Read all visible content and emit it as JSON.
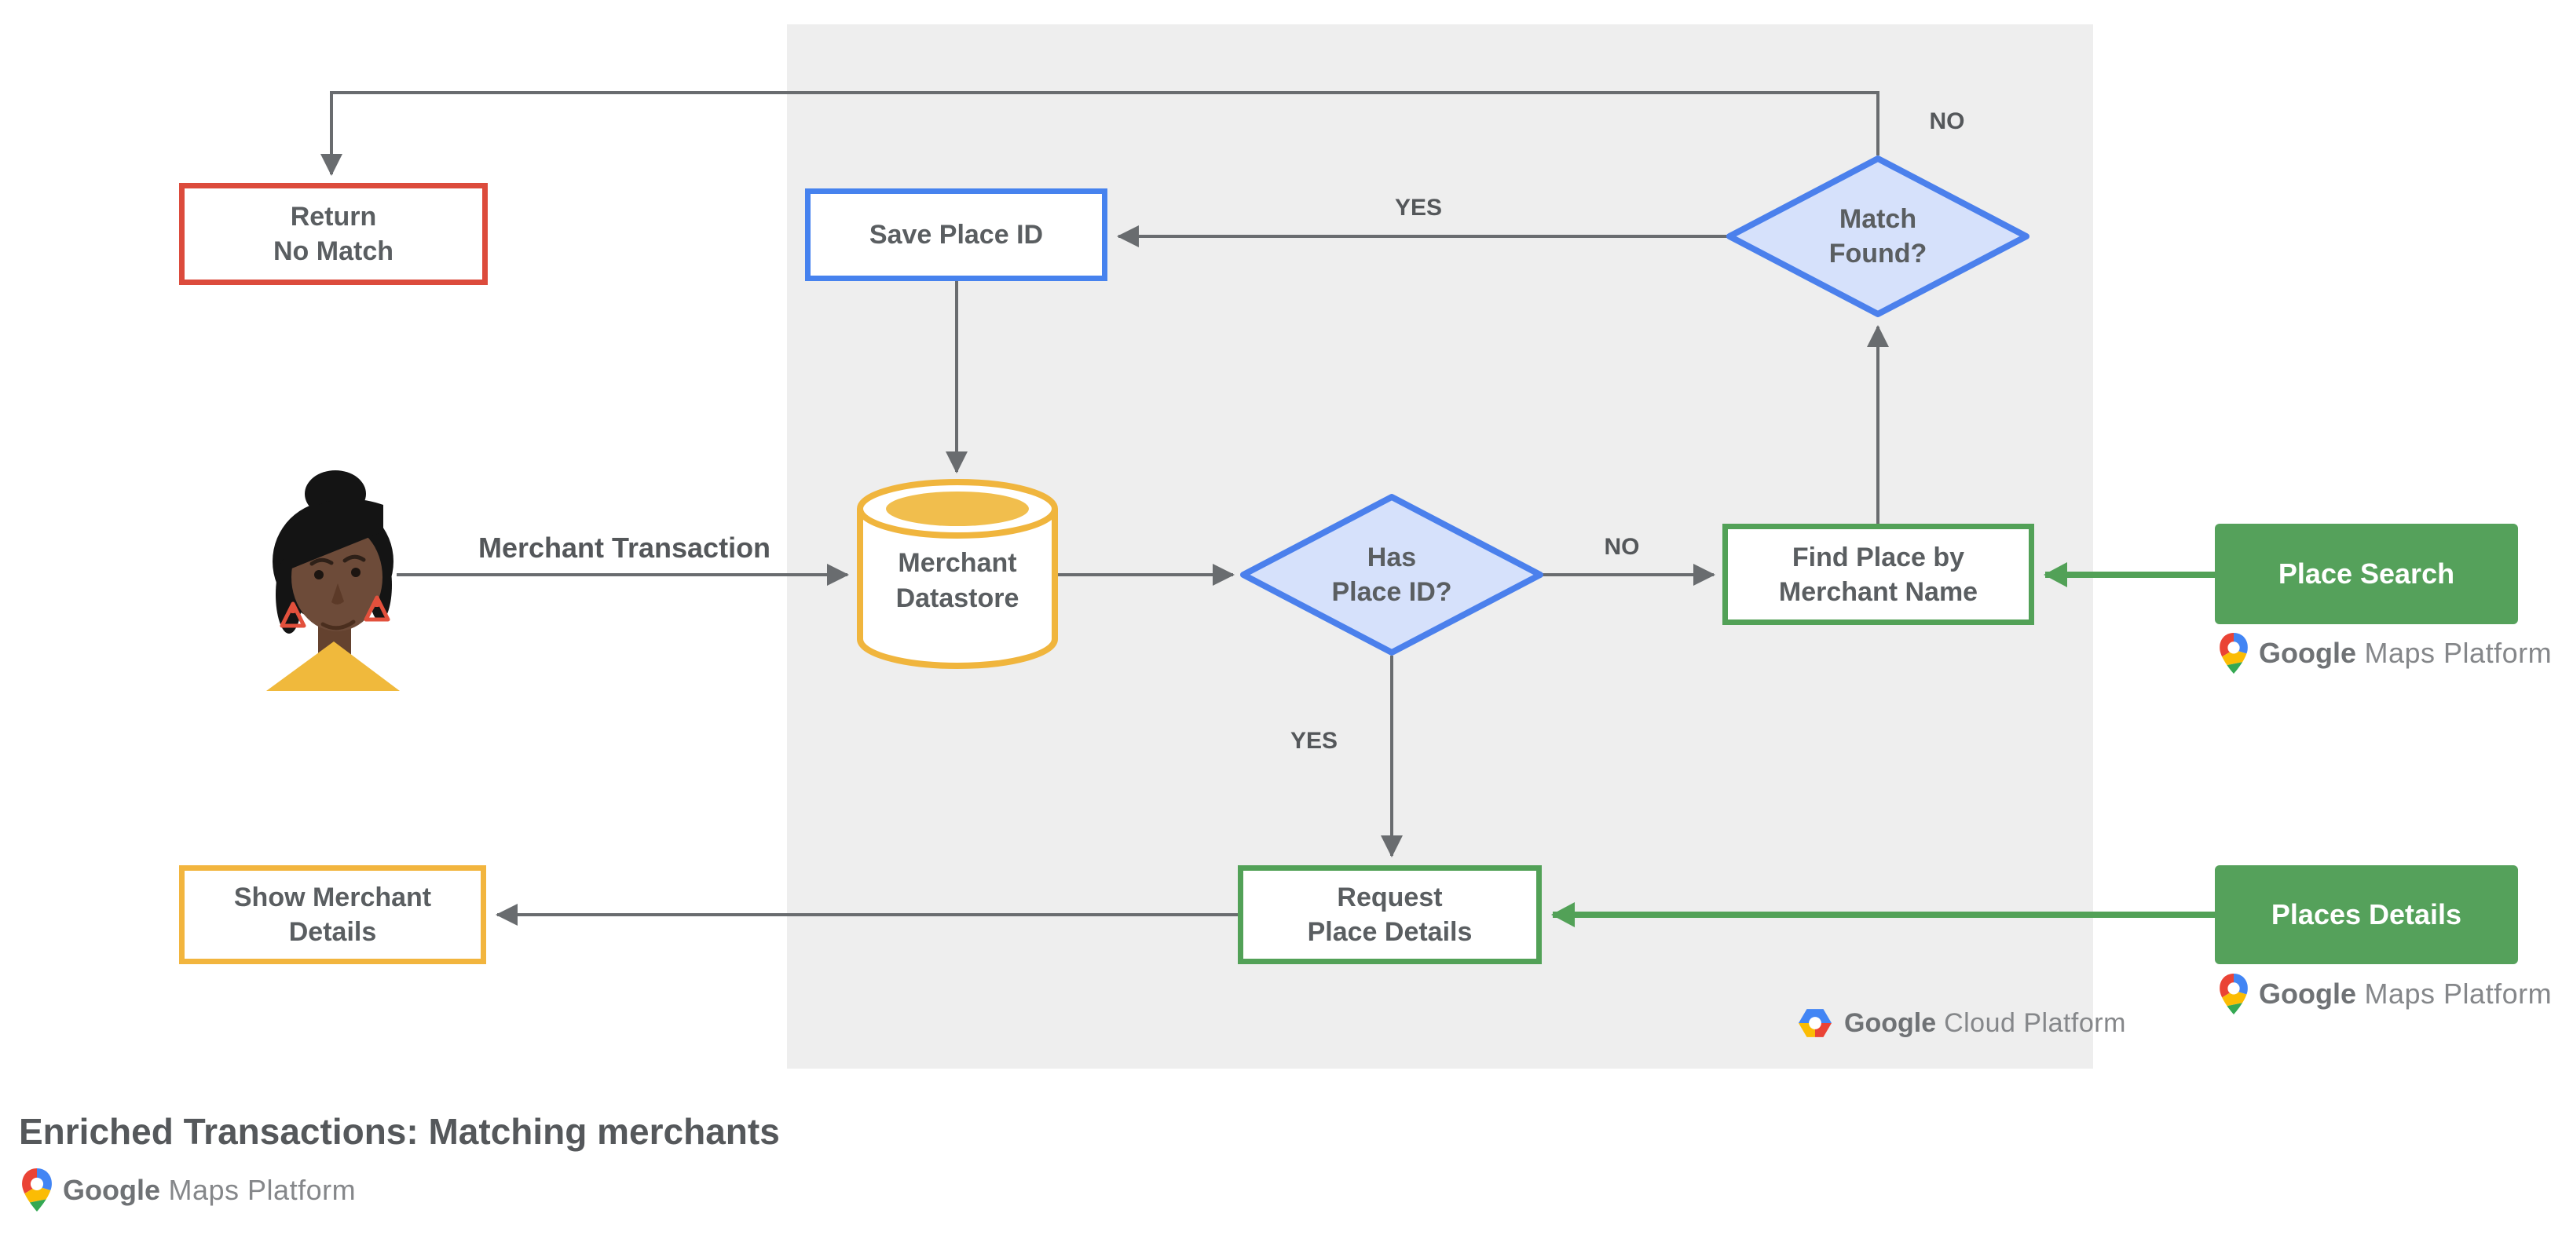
{
  "diagram": {
    "title": "Enriched Transactions: Matching merchants",
    "nodes": {
      "return_no_match": {
        "line1": "Return",
        "line2": "No Match"
      },
      "save_place_id": {
        "label": "Save Place ID"
      },
      "match_found": {
        "line1": "Match",
        "line2": "Found?"
      },
      "merchant_datastore": {
        "line1": "Merchant",
        "line2": "Datastore"
      },
      "has_place_id": {
        "line1": "Has",
        "line2": "Place ID?"
      },
      "find_place": {
        "line1": "Find Place by",
        "line2": "Merchant Name"
      },
      "place_search": {
        "label": "Place Search"
      },
      "request_place_details": {
        "line1": "Request",
        "line2": "Place Details"
      },
      "places_details": {
        "label": "Places Details"
      },
      "show_merchant_details": {
        "line1": "Show Merchant",
        "line2": "Details"
      }
    },
    "edge_labels": {
      "merchant_transaction": "Merchant Transaction",
      "yes_top": "YES",
      "no_top": "NO",
      "no_mid": "NO",
      "yes_mid": "YES"
    },
    "logos": {
      "maps_platform_right_top": {
        "brand": "Google",
        "product": "Maps Platform"
      },
      "maps_platform_right_bottom": {
        "brand": "Google",
        "product": "Maps Platform"
      },
      "maps_platform_footer": {
        "brand": "Google",
        "product": "Maps Platform"
      },
      "cloud_platform": {
        "brand": "Google",
        "product": "Cloud Platform"
      }
    },
    "colors": {
      "red_border": "#DC4B3C",
      "blue_border": "#4682EE",
      "diamond_fill": "#D6E1FB",
      "green": "#52A157",
      "green_fill": "#55A15B",
      "yellow_border": "#F2B53E",
      "panel_gray": "#EEEEEE",
      "arrow_gray": "#696C6F",
      "text_gray": "#5A5E61"
    }
  }
}
